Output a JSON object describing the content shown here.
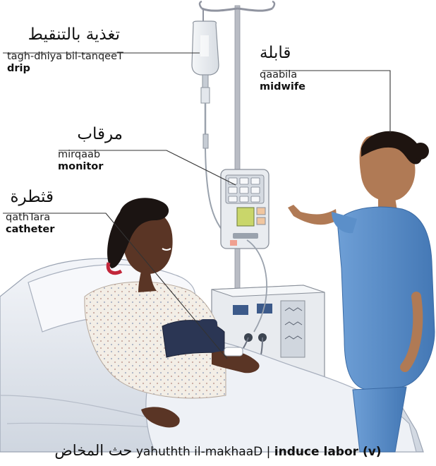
{
  "labels": {
    "drip": {
      "arabic": "تغذية بالتنقيط",
      "translit": "tagh-dhiya bil-tanqeeT",
      "english": "drip"
    },
    "midwife": {
      "arabic": "قابلة",
      "translit": "qaabila",
      "english": "midwife"
    },
    "monitor": {
      "arabic": "مرقاب",
      "translit": "mirqaab",
      "english": "monitor"
    },
    "catheter": {
      "arabic": "قثطرة",
      "translit": "qathTara",
      "english": "catheter"
    }
  },
  "caption": {
    "arabic": "حث المخاض",
    "translit": "yahuthth il-makhaaD",
    "separator": "|",
    "english": "induce labor (v)"
  },
  "colors": {
    "scrubs": "#5b8fc9",
    "bed": "#e6eaf1",
    "gown": "#f2ede6",
    "skin_patient": "#5a3525",
    "skin_midwife": "#b07a55",
    "pole": "#b9bcc4",
    "leader_line": "#333333"
  }
}
